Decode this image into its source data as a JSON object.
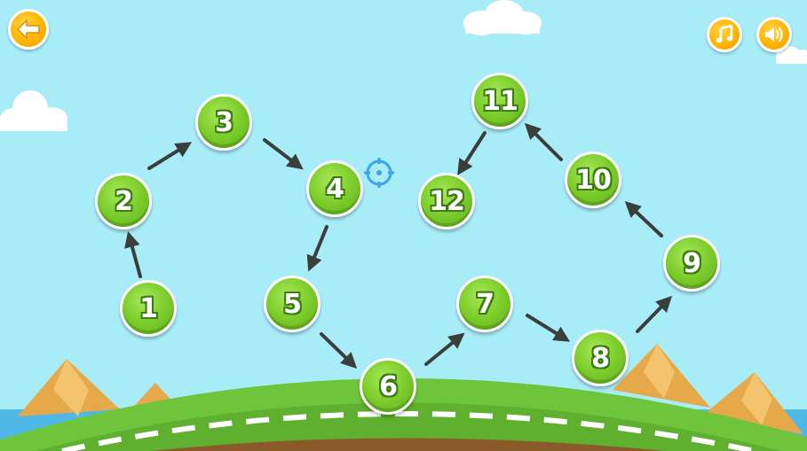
{
  "colors": {
    "sky": "#a8ecf8",
    "level_green": "#7fcf2e",
    "button_orange": "#ffb400",
    "arrow": "#3a3f3c",
    "hill": "#6ec43b",
    "road_dash": "#ffffff",
    "mountain": "#e6a94a",
    "water": "#4fb8e6"
  },
  "controls": {
    "back_icon": "arrow-left-icon",
    "music_icon": "music-note-icon",
    "sound_icon": "speaker-icon"
  },
  "levels": [
    {
      "label": "1"
    },
    {
      "label": "2"
    },
    {
      "label": "3"
    },
    {
      "label": "4"
    },
    {
      "label": "5"
    },
    {
      "label": "6"
    },
    {
      "label": "7"
    },
    {
      "label": "8"
    },
    {
      "label": "9"
    },
    {
      "label": "10"
    },
    {
      "label": "11"
    },
    {
      "label": "12"
    }
  ]
}
